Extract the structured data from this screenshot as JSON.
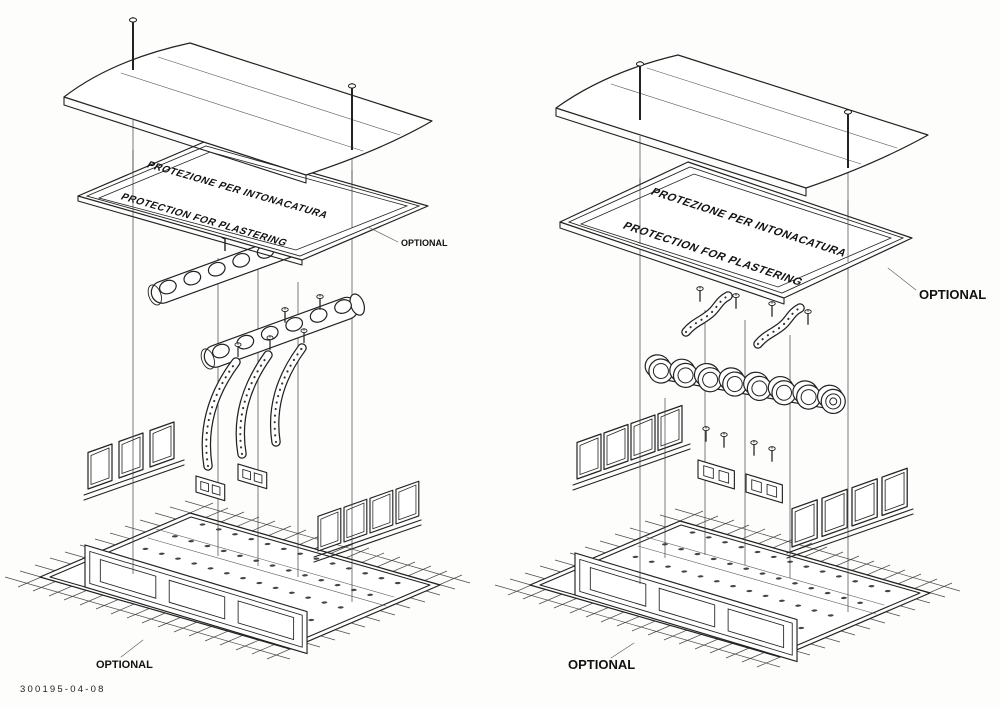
{
  "page": {
    "background": "#fdfdfb",
    "ink": "#222222"
  },
  "drawing_number": "300195-04-08",
  "views": [
    {
      "id": "left",
      "plate_line1": "PROTEZIONE PER INTONACATURA",
      "plate_line2": "PROTECTION FOR PLASTERING",
      "optional_top": "OPTIONAL",
      "optional_bottom": "OPTIONAL"
    },
    {
      "id": "right",
      "plate_line1": "PROTEZIONE PER INTONACATURA",
      "plate_line2": "PROTECTION FOR PLASTERING",
      "optional_top": "OPTIONAL",
      "optional_bottom": "OPTIONAL"
    }
  ]
}
